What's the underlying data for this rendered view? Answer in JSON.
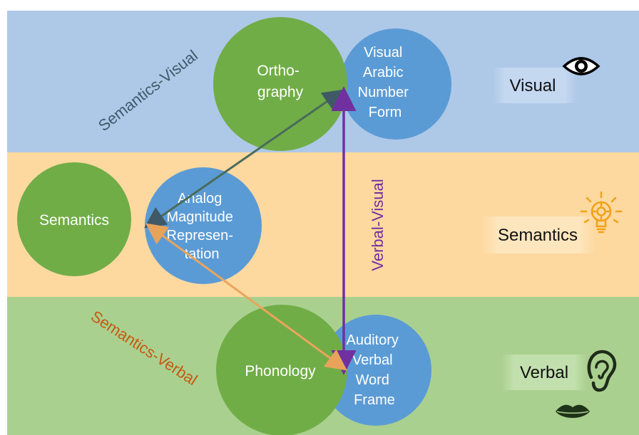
{
  "bands": [
    {
      "id": "visual",
      "label": "Visual",
      "color": "#aac4e6"
    },
    {
      "id": "semantics",
      "label": "Semantics",
      "color": "#fdd9a0"
    },
    {
      "id": "verbal",
      "label": "Verbal",
      "color": "#a9d08e"
    }
  ],
  "nodes": {
    "orthography": {
      "lines": [
        "Ortho-",
        "graphy"
      ],
      "color": "#70ad47"
    },
    "visual_arabic": {
      "lines": [
        "Visual",
        "Arabic",
        "Number",
        "Form"
      ],
      "color": "#5b9bd5"
    },
    "semantics": {
      "lines": [
        "Semantics"
      ],
      "color": "#70ad47"
    },
    "analog": {
      "lines": [
        "Analog",
        "Magnitude",
        "Represen-",
        "tation"
      ],
      "color": "#5b9bd5"
    },
    "phonology": {
      "lines": [
        "Phonology"
      ],
      "color": "#70ad47"
    },
    "auditory": {
      "lines": [
        "Auditory",
        "Verbal",
        "Word",
        "Frame"
      ],
      "color": "#5b9bd5"
    }
  },
  "connections": [
    {
      "label": "Semantics-Visual",
      "color": "#3e5a6b"
    },
    {
      "label": "Verbal-Visual",
      "color": "#7030a0"
    },
    {
      "label": "Semantics-Verbal",
      "color": "#c55a11"
    }
  ],
  "icons": {
    "eye": "eye-icon",
    "lightbulb": "lightbulb-icon",
    "ear": "ear-icon",
    "lips": "lips-icon"
  },
  "arrow_colors": {
    "semantics_visual": "#4a6b5a",
    "verbal_visual": "#7030a0",
    "semantics_verbal": "#f4a460"
  }
}
